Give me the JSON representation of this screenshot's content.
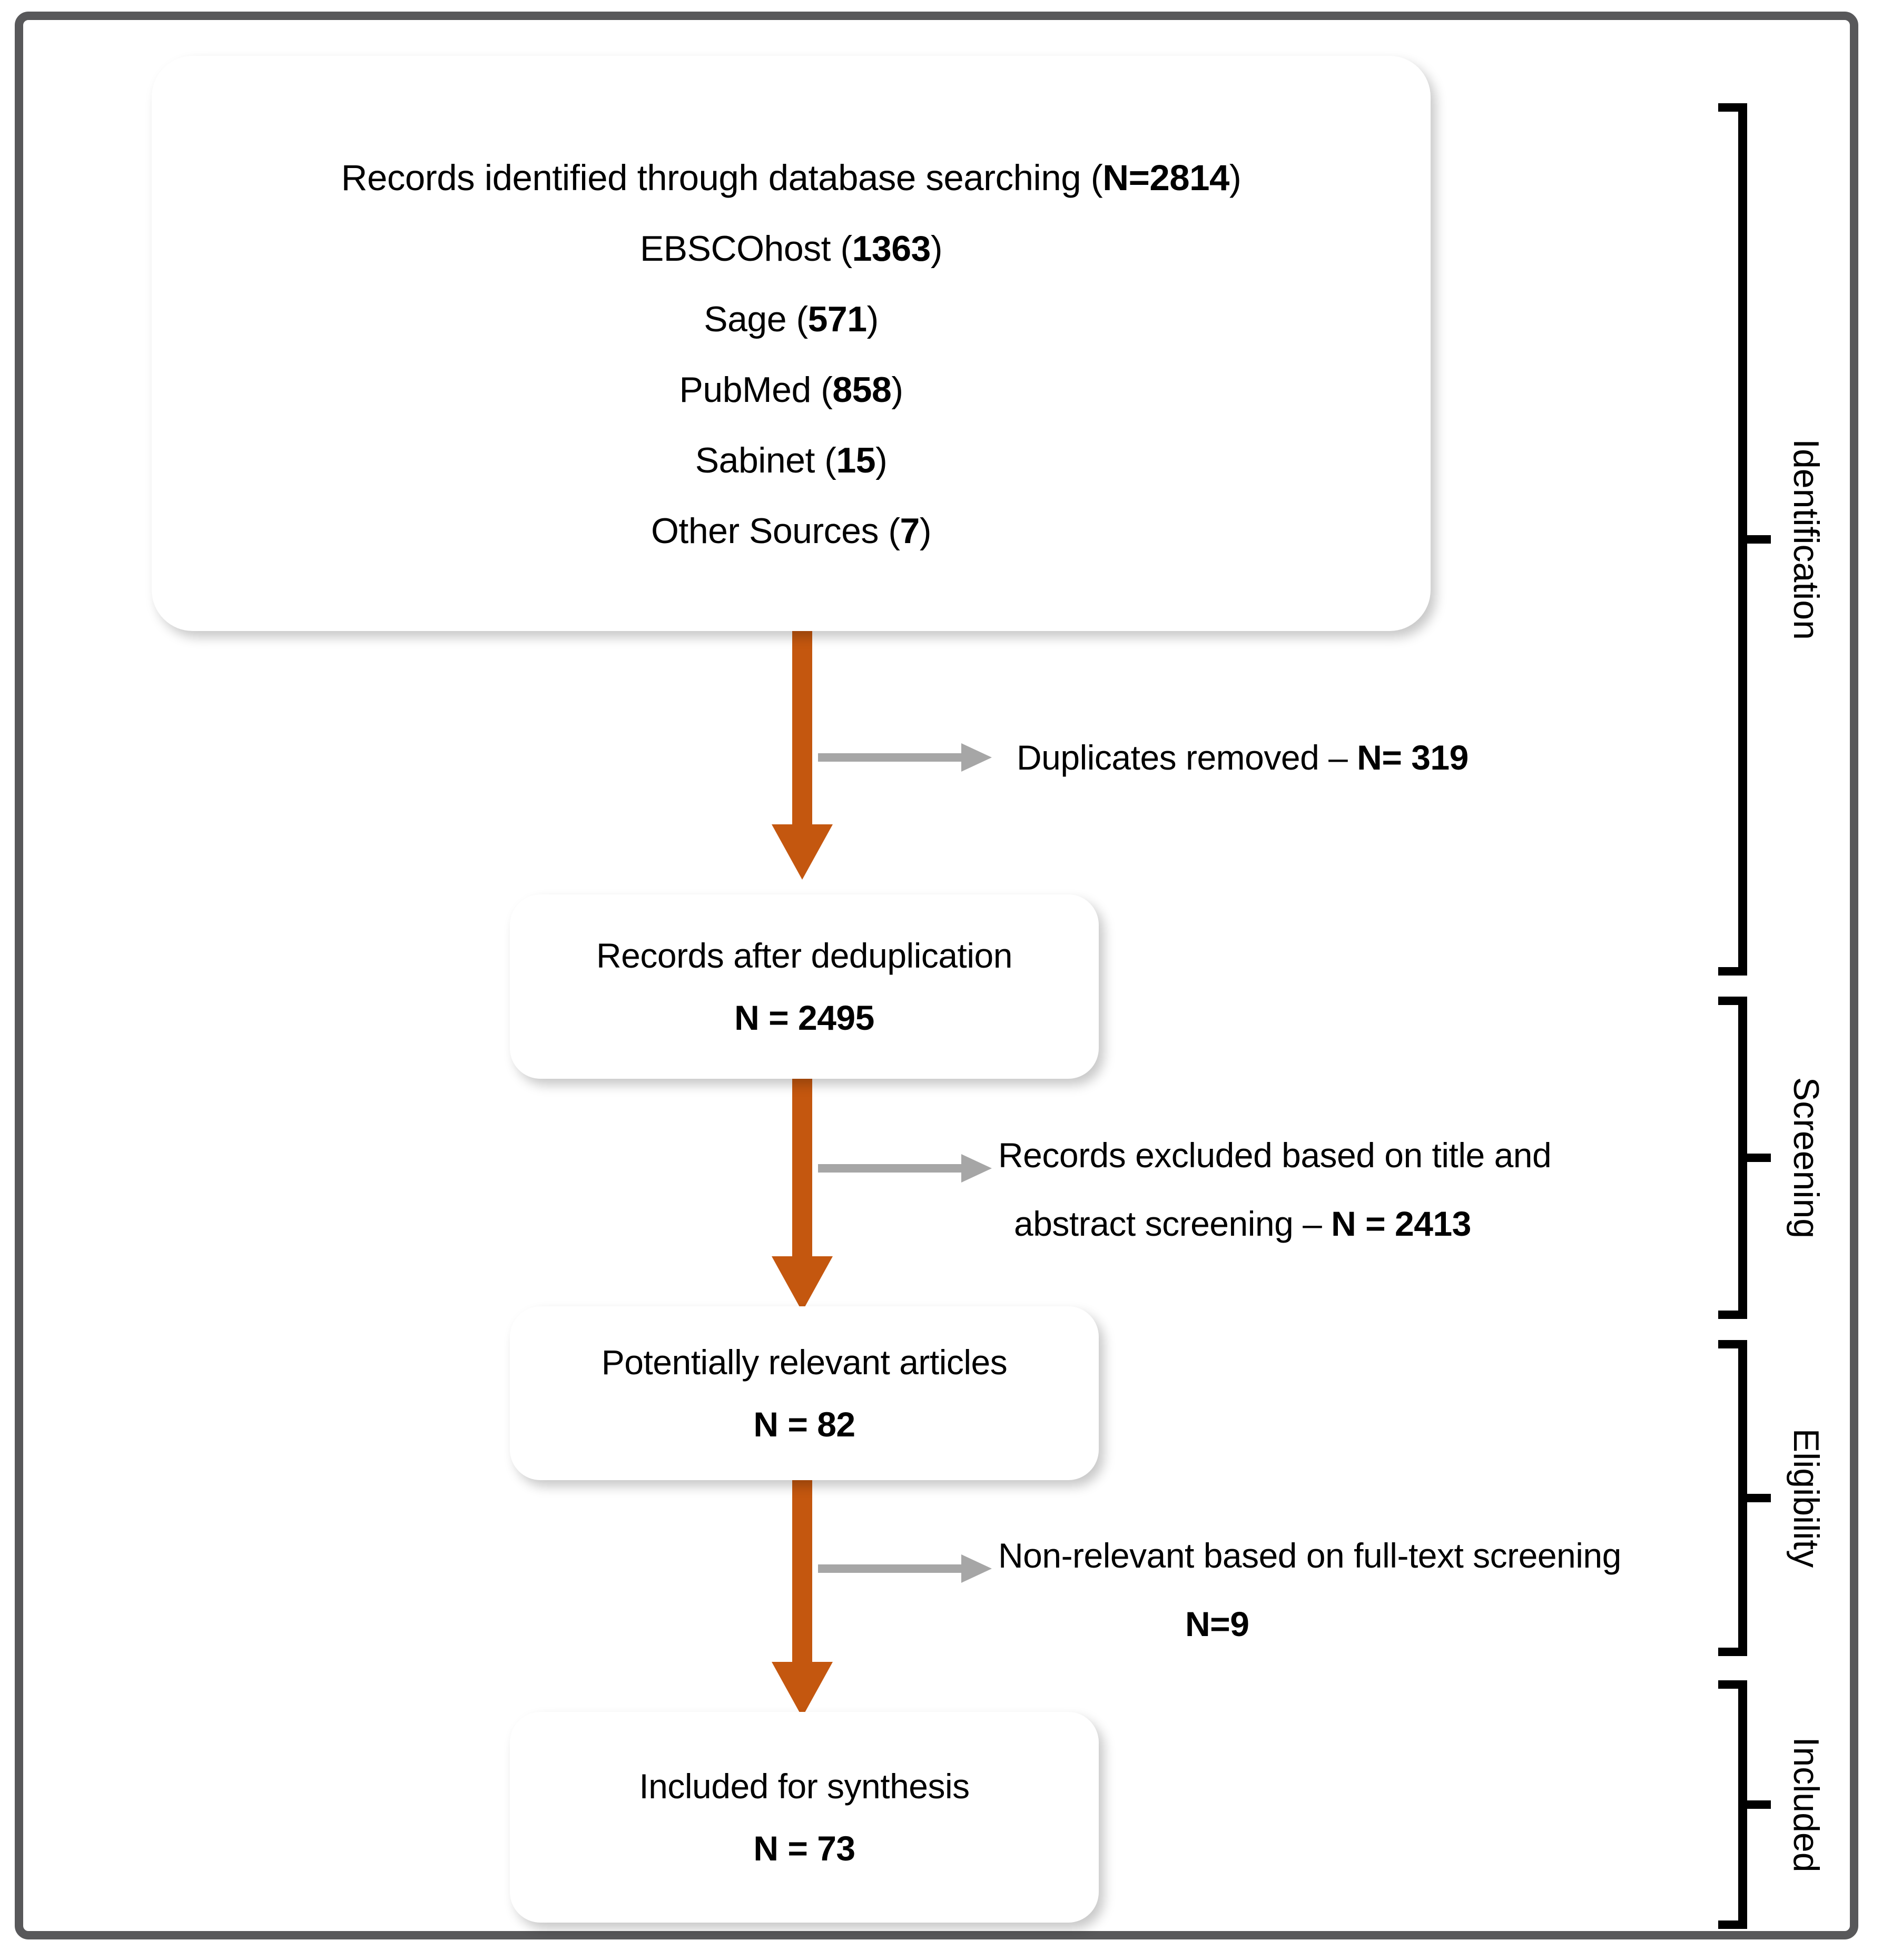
{
  "diagram": {
    "title": "PRISMA study selection flow diagram",
    "accent_orange": "#C4570F",
    "side_arrow_grey": "#A6A6A6",
    "frame_grey": "#58585A"
  },
  "boxes": {
    "identification": {
      "heading_text": "Records identified through database searching (",
      "heading_value": "N=2814",
      "heading_close": ")",
      "sources": [
        {
          "label": "EBSCOhost (",
          "value": "1363",
          "close": ")"
        },
        {
          "label": "Sage (",
          "value": "571",
          "close": ")"
        },
        {
          "label": "PubMed (",
          "value": "858",
          "close": ")"
        },
        {
          "label": "Sabinet (",
          "value": "15",
          "close": ")"
        },
        {
          "label": "Other Sources (",
          "value": "7",
          "close": ")"
        }
      ]
    },
    "deduplication": {
      "label": "Records after deduplication",
      "count": "N = 2495"
    },
    "relevant": {
      "label": "Potentially relevant articles",
      "count": "N = 82"
    },
    "included": {
      "label": "Included for synthesis",
      "count": "N = 73"
    }
  },
  "side_notes": {
    "duplicates": {
      "text": "Duplicates removed – ",
      "count": "N= 319"
    },
    "excluded": {
      "line1": "Records excluded based on title and",
      "line2_text": "abstract screening – ",
      "line2_count": "N = 2413"
    },
    "nonrelevant": {
      "line1": "Non-relevant based on full-text screening",
      "line2_count": "N=9"
    }
  },
  "stages": [
    {
      "key": "identification",
      "label": "Identification"
    },
    {
      "key": "screening",
      "label": "Screening"
    },
    {
      "key": "eligibility",
      "label": "Eligibility"
    },
    {
      "key": "included",
      "label": "Included"
    }
  ],
  "chart_data": {
    "type": "flowchart",
    "title": "PRISMA study selection flow diagram",
    "stages": [
      "Identification",
      "Screening",
      "Eligibility",
      "Included"
    ],
    "nodes": [
      {
        "id": "identified",
        "stage": "Identification",
        "label": "Records identified through database searching",
        "value": 2814
      },
      {
        "id": "deduplicated",
        "stage": "Screening",
        "label": "Records after deduplication",
        "value": 2495
      },
      {
        "id": "relevant",
        "stage": "Eligibility",
        "label": "Potentially relevant articles",
        "value": 82
      },
      {
        "id": "included",
        "stage": "Included",
        "label": "Included for synthesis",
        "value": 73
      }
    ],
    "sources": [
      {
        "name": "EBSCOhost",
        "value": 1363
      },
      {
        "name": "Sage",
        "value": 571
      },
      {
        "name": "PubMed",
        "value": 858
      },
      {
        "name": "Sabinet",
        "value": 15
      },
      {
        "name": "Other Sources",
        "value": 7
      }
    ],
    "exclusions": [
      {
        "from": "identified",
        "label": "Duplicates removed",
        "value": 319
      },
      {
        "from": "deduplicated",
        "label": "Records excluded based on title and abstract screening",
        "value": 2413
      },
      {
        "from": "relevant",
        "label": "Non-relevant based on full-text screening",
        "value": 9
      }
    ]
  }
}
